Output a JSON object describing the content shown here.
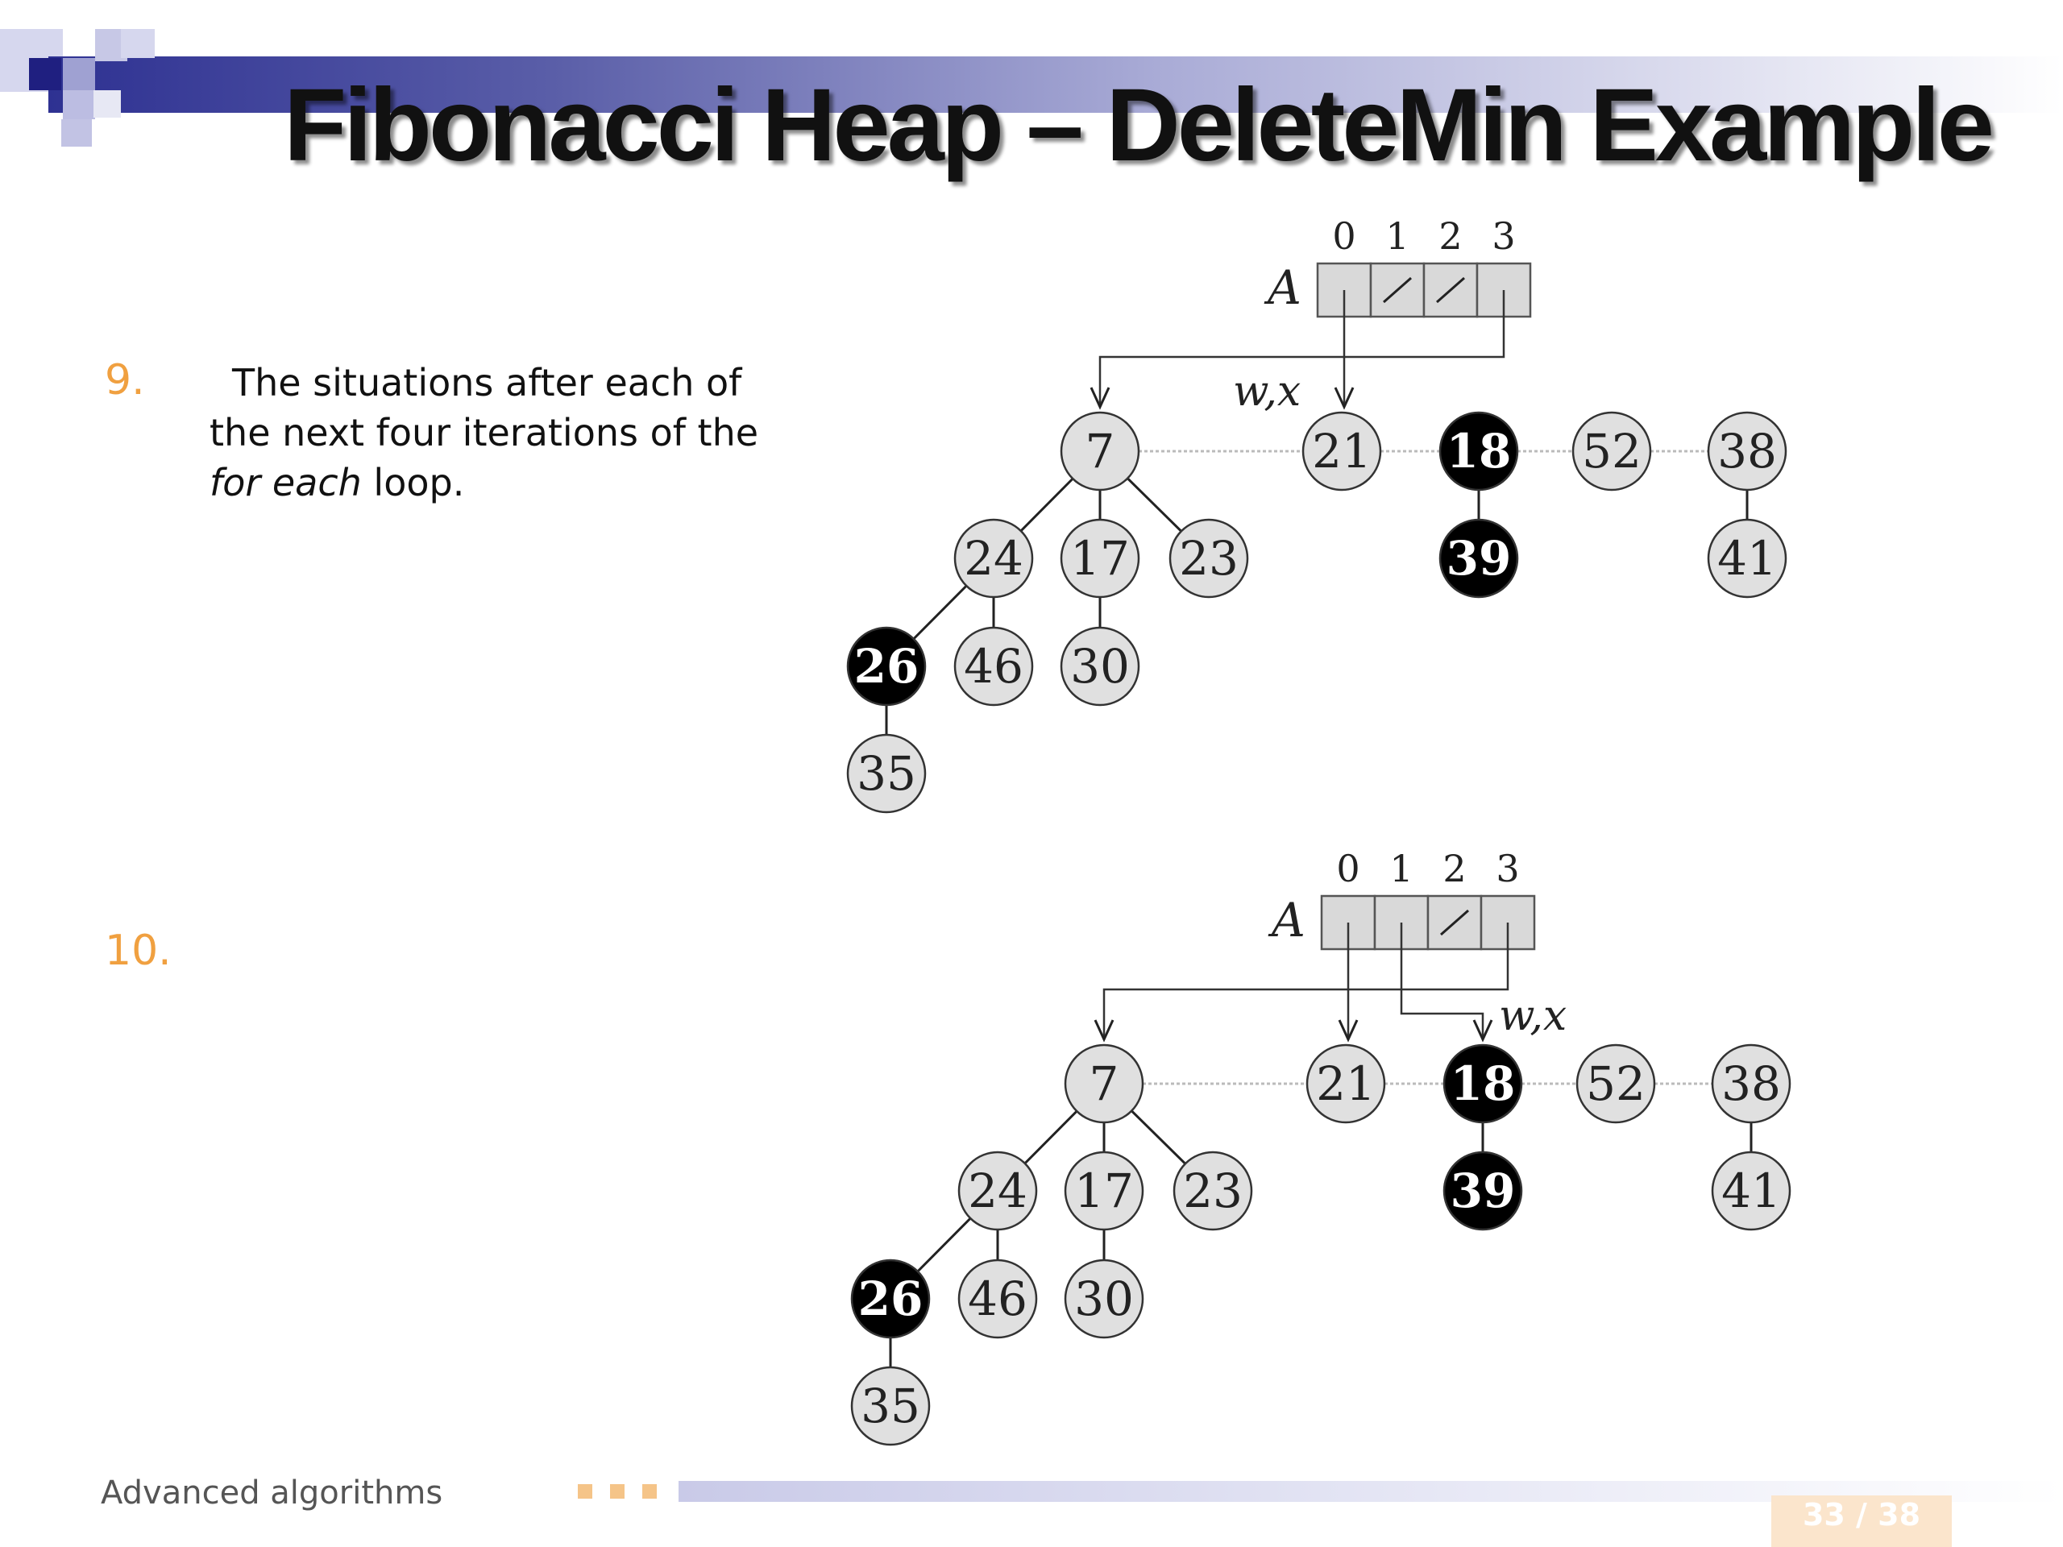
{
  "slide": {
    "title": "Fibonacci Heap – DeleteMin Example",
    "items": [
      {
        "number": "9.",
        "text_line1": "The situations after each of",
        "text_line2": "the next four iterations of the",
        "text_line3_italic": "for each",
        "text_line3_rest": " loop."
      },
      {
        "number": "10."
      }
    ]
  },
  "diagrams": [
    {
      "array_label": "A",
      "indices": [
        "0",
        "1",
        "2",
        "3"
      ],
      "pointer_label": "w,x",
      "nodes": [
        {
          "key": "7",
          "color": "light"
        },
        {
          "key": "21",
          "color": "light"
        },
        {
          "key": "18",
          "color": "dark"
        },
        {
          "key": "52",
          "color": "light"
        },
        {
          "key": "38",
          "color": "light"
        },
        {
          "key": "24",
          "color": "light"
        },
        {
          "key": "17",
          "color": "light"
        },
        {
          "key": "23",
          "color": "light"
        },
        {
          "key": "39",
          "color": "dark"
        },
        {
          "key": "41",
          "color": "light"
        },
        {
          "key": "26",
          "color": "dark"
        },
        {
          "key": "46",
          "color": "light"
        },
        {
          "key": "30",
          "color": "light"
        },
        {
          "key": "35",
          "color": "light"
        }
      ]
    },
    {
      "array_label": "A",
      "indices": [
        "0",
        "1",
        "2",
        "3"
      ],
      "pointer_label": "w,x",
      "nodes": [
        {
          "key": "7",
          "color": "light"
        },
        {
          "key": "21",
          "color": "light"
        },
        {
          "key": "18",
          "color": "dark"
        },
        {
          "key": "52",
          "color": "light"
        },
        {
          "key": "38",
          "color": "light"
        },
        {
          "key": "24",
          "color": "light"
        },
        {
          "key": "17",
          "color": "light"
        },
        {
          "key": "23",
          "color": "light"
        },
        {
          "key": "39",
          "color": "dark"
        },
        {
          "key": "41",
          "color": "light"
        },
        {
          "key": "26",
          "color": "dark"
        },
        {
          "key": "46",
          "color": "light"
        },
        {
          "key": "30",
          "color": "light"
        },
        {
          "key": "35",
          "color": "light"
        }
      ]
    }
  ],
  "footer": {
    "text": "Advanced algorithms",
    "page": "33 / 38"
  },
  "colors": {
    "accent": "#2e3192",
    "number": "#f0a040",
    "node_light": "#e0e0e0",
    "node_dark": "#000000"
  }
}
